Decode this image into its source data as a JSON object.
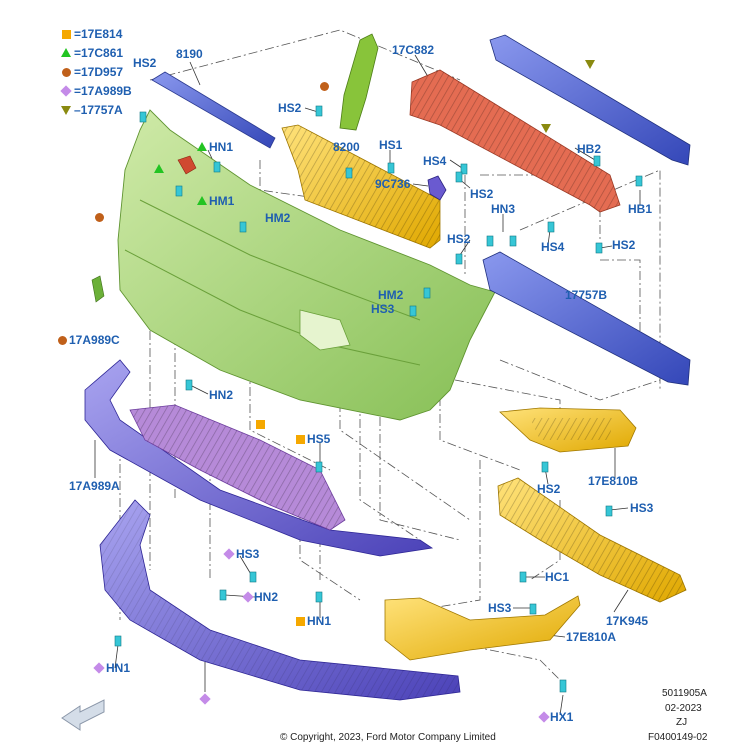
{
  "legend": [
    {
      "symbol": "square",
      "color": "#f5a800",
      "text": "=17E814"
    },
    {
      "symbol": "triangle-up",
      "color": "#22c422",
      "text": "=17C861"
    },
    {
      "symbol": "circle",
      "color": "#c0601a",
      "text": "=17D957"
    },
    {
      "symbol": "diamond",
      "color": "#c48be8",
      "text": "=17A989B"
    },
    {
      "symbol": "triangle-down",
      "color": "#8a8a10",
      "text": "–17757A"
    }
  ],
  "callouts": {
    "hs2_top_left": "HS2",
    "p8190": "8190",
    "p17c882": "17C882",
    "hs2_upper": "HS2",
    "hn1_upper": "HN1",
    "hm1": "HM1",
    "p8200": "8200",
    "hs1": "HS1",
    "hs4_upper": "HS4",
    "p9c736": "9C736",
    "hs2_mid": "HS2",
    "hb2": "HB2",
    "hb1": "HB1",
    "hm2_upper": "HM2",
    "hn3": "HN3",
    "hs2_left_mid": "HS2",
    "hs4_lower": "HS4",
    "hs2_right": "HS2",
    "hm2_lower": "HM2",
    "hs3_mid": "HS3",
    "p17757b": "17757B",
    "p17a989c": "17A989C",
    "hn2_mid": "HN2",
    "hs5": "HS5",
    "p17e810b": "17E810B",
    "p17a989a": "17A989A",
    "hs2_lower_right": "HS2",
    "hs3_right": "HS3",
    "hs3_lower_left": "HS3",
    "hn2_lower": "HN2",
    "hc1": "HC1",
    "hn1_lower": "HN1",
    "hs3_lower_right": "HS3",
    "p17k945": "17K945",
    "p17e810a": "17E810A",
    "hn1_bottom": "HN1",
    "hx1": "HX1"
  },
  "footer": {
    "copyright": "© Copyright, 2023, Ford Motor Company Limited",
    "code1": "5011905A",
    "date": "02-2023",
    "zj": "ZJ",
    "ref": "F0400149-02"
  },
  "colors": {
    "label": "#1f5fb0",
    "bumper_cover": "#a7d47a",
    "beam": "#4a5fd0",
    "absorber": "#e06a50",
    "grille": "#f0c020",
    "bracket": "#b07ad6",
    "lip": "#7060d8",
    "fastener": "#3cc8d8"
  },
  "icons": [
    "direction-arrow-icon"
  ]
}
